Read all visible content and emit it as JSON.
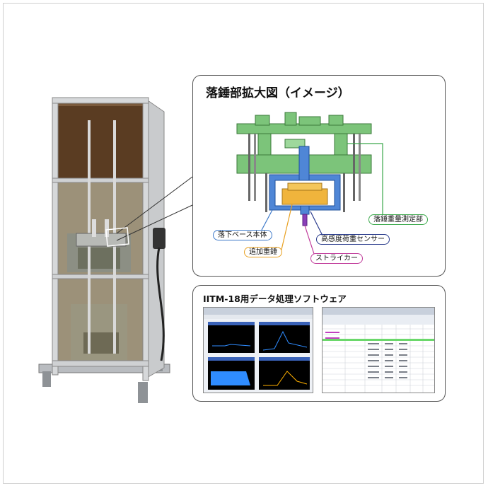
{
  "detail_panel": {
    "title": "落錘部拡大図（イメージ）",
    "callouts": {
      "drop_base": "落下ベース本体",
      "added_weight": "追加重錘",
      "sensor": "高感度荷重センサー",
      "striker": "ストライカー",
      "weight_measure": "落錘重量測定部"
    }
  },
  "software_panel": {
    "title": "IITM-18用データ処理ソフトウェア"
  },
  "colors": {
    "frame_green": "#7cc47a",
    "base_blue": "#4f86d6",
    "weight_orange": "#f0b43c",
    "striker_purple": "#8a3fb8",
    "callout_blue": "#3c78c8",
    "callout_orange": "#e8a020",
    "callout_navy": "#2a3c8c",
    "callout_magenta": "#c03a9a",
    "callout_green": "#3aa84a"
  }
}
